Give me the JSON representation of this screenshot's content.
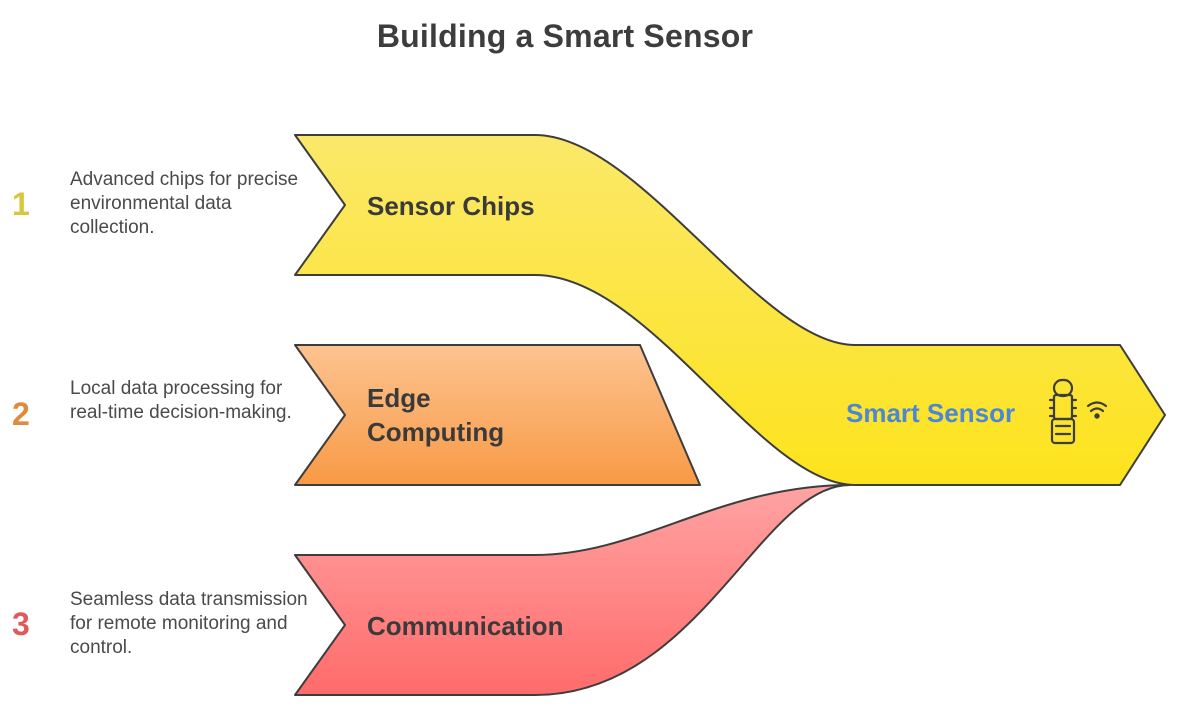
{
  "title": "Building a Smart Sensor",
  "steps": [
    {
      "number": "1",
      "label": "Sensor Chips",
      "description": "Advanced chips for precise environmental data collection.",
      "color": "#d9c63a"
    },
    {
      "number": "2",
      "label": "Edge Computing",
      "description": "Local data processing for real-time decision-making.",
      "color": "#e08a3e"
    },
    {
      "number": "3",
      "label": "Communication",
      "description": "Seamless data transmission for remote monitoring and control.",
      "color": "#e05a5a"
    }
  ],
  "result": {
    "label": "Smart Sensor",
    "icon": "sensor-wifi-icon",
    "color": "#4a87d6"
  },
  "colors": {
    "yellow": "#fbe84a",
    "orange": "#f9a766",
    "red": "#ff8080",
    "outline": "#3d3d3d"
  }
}
